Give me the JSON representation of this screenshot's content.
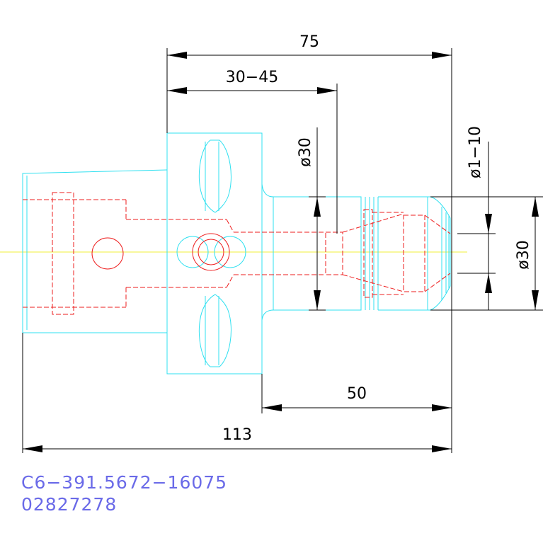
{
  "dimensions": {
    "overall_top": "75",
    "range_top": "30−45",
    "diameter_left": "ø30",
    "diameter_right_small": "ø1−10",
    "diameter_right_large": "ø30",
    "length_bottom_inner": "50",
    "length_bottom_overall": "113"
  },
  "part": {
    "number": "C6−391.5672−16075",
    "code": "02827278"
  },
  "colors": {
    "outline": "#2fe0f0",
    "hidden": "#ee1c1c",
    "centerline": "#f2ef3a",
    "dimension": "#000000",
    "part_text": "#6a6ae8"
  }
}
